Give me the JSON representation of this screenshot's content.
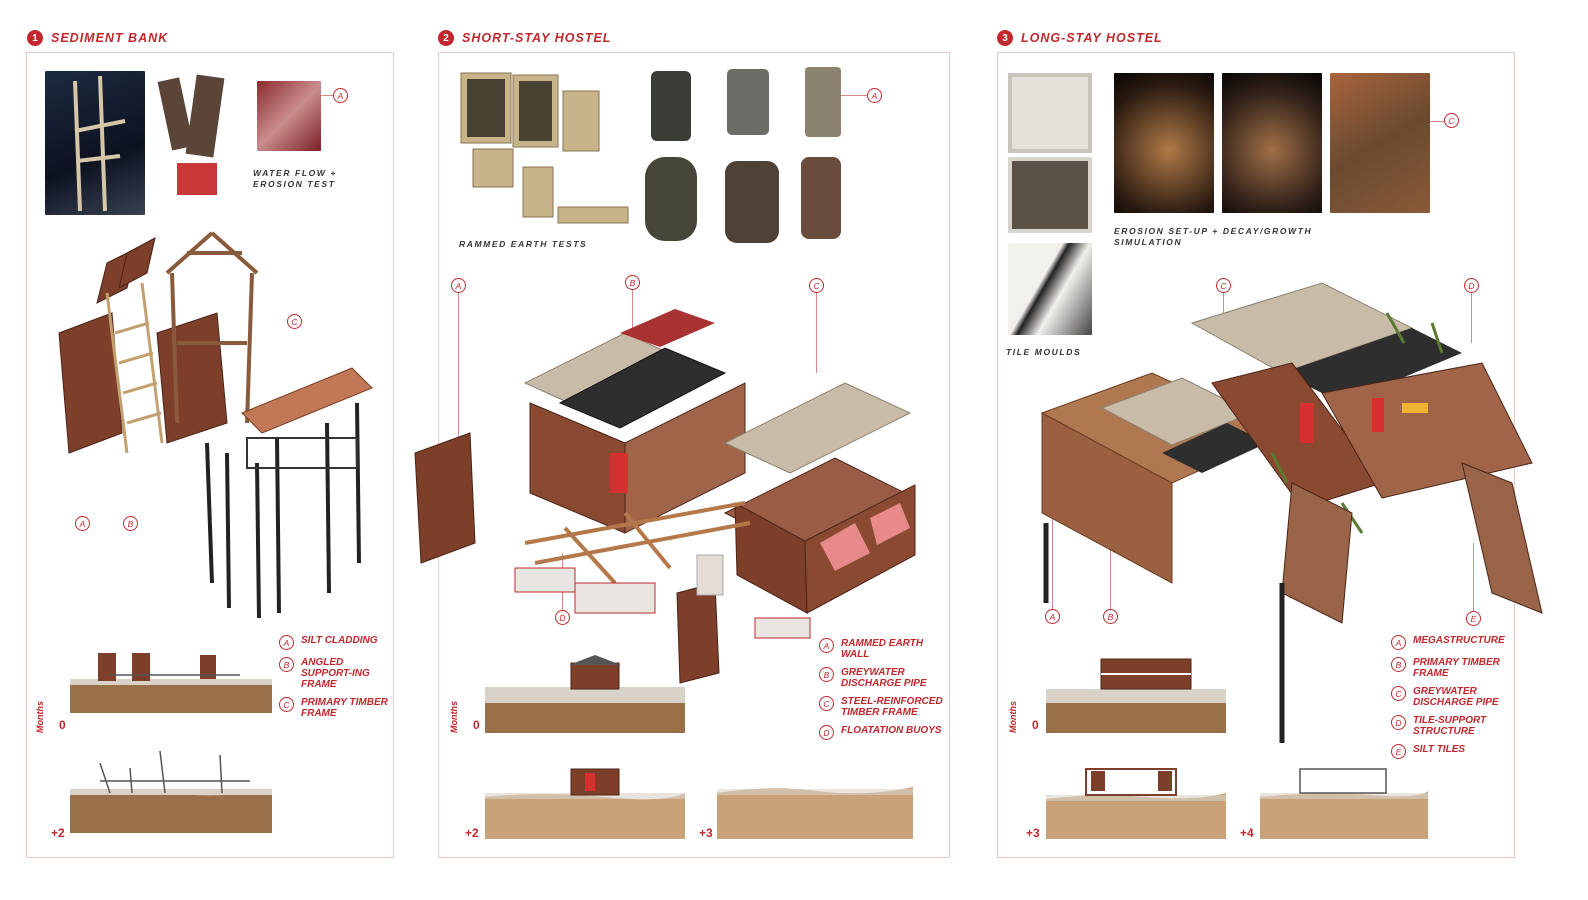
{
  "panels": [
    {
      "number": "1",
      "title": "SEDIMENT BANK",
      "photo_caption": "WATER FLOW + EROSION TEST",
      "photo_marker": "A",
      "diagram_markers": [
        "A",
        "B",
        "C"
      ],
      "legend": [
        {
          "letter": "A",
          "text": "SILT CLADDING"
        },
        {
          "letter": "B",
          "text": "ANGLED SUPPORT-ING FRAME"
        },
        {
          "letter": "C",
          "text": "PRIMARY TIMBER FRAME"
        }
      ],
      "months_label": "Months",
      "timeline": [
        "0",
        "+2"
      ]
    },
    {
      "number": "2",
      "title": "SHORT-STAY HOSTEL",
      "photo_caption": "RAMMED EARTH TESTS",
      "photo_marker": "A",
      "diagram_markers": [
        "A",
        "B",
        "C",
        "D"
      ],
      "legend": [
        {
          "letter": "A",
          "text": "RAMMED EARTH WALL"
        },
        {
          "letter": "B",
          "text": "GREYWATER DISCHARGE PIPE"
        },
        {
          "letter": "C",
          "text": "STEEL-REINFORCED TIMBER FRAME"
        },
        {
          "letter": "D",
          "text": "FLOATATION BUOYS"
        }
      ],
      "months_label": "Months",
      "timeline": [
        "0",
        "+2",
        "+3"
      ]
    },
    {
      "number": "3",
      "title": "LONG-STAY HOSTEL",
      "photo_caption": "EROSION SET-UP + DECAY/GROWTH SIMULATION",
      "tile_caption": "TILE MOULDS",
      "photo_marker": "C",
      "diagram_markers": [
        "A",
        "B",
        "C",
        "D",
        "E"
      ],
      "legend": [
        {
          "letter": "A",
          "text": "MEGASTRUCTURE"
        },
        {
          "letter": "B",
          "text": "PRIMARY TIMBER FRAME"
        },
        {
          "letter": "C",
          "text": "GREYWATER DISCHARGE PIPE"
        },
        {
          "letter": "D",
          "text": "TILE-SUPPORT STRUCTURE"
        },
        {
          "letter": "E",
          "text": "SILT TILES"
        }
      ],
      "months_label": "Months",
      "timeline": [
        "+3",
        "+4"
      ],
      "timeline_start": "0"
    }
  ],
  "colors": {
    "accent": "#c0282d",
    "timber": "#8a4a32",
    "soil": "#9a7048",
    "silt": "#c9a27a",
    "roof": "#c8bca8",
    "dark_roof": "#2e2e2e"
  }
}
